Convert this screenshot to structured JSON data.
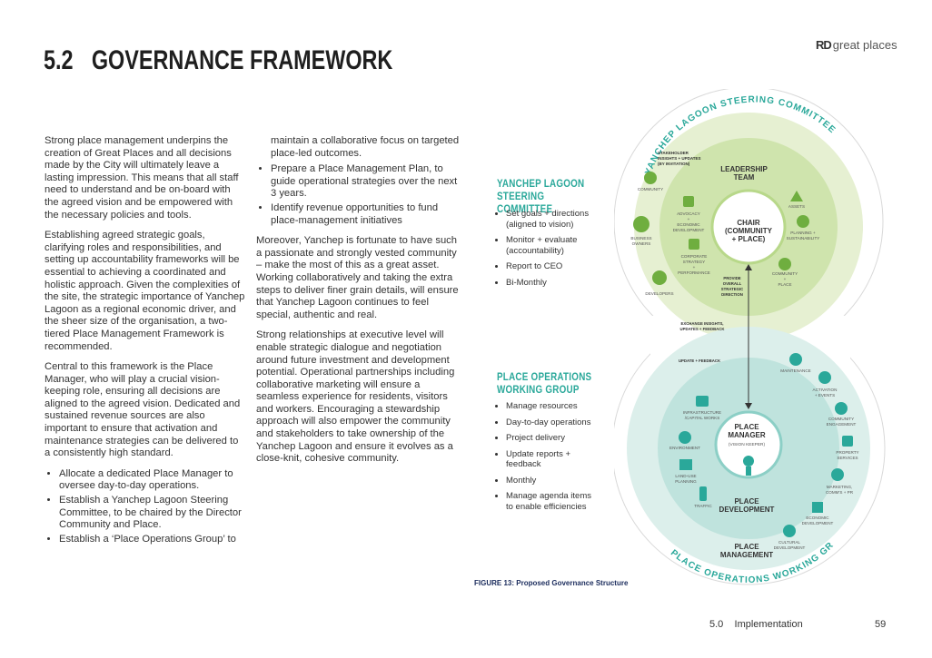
{
  "header": {
    "section_number": "5.2",
    "section_title": "GOVERNANCE FRAMEWORK",
    "logo_mark": "RD",
    "logo_text": "great places"
  },
  "body": {
    "p1": "Strong place management underpins the creation of Great Places and all decisions made by the City will ultimately leave a lasting impression. This means that all staff need to understand and be on-board with the agreed vision and be empowered with the necessary policies and tools.",
    "p2": "Establishing agreed strategic goals, clarifying roles and responsibilities, and setting up accountability frameworks will be essential to achieving a coordinated and holistic approach. Given the complexities of the site, the strategic importance of Yanchep Lagoon as a regional economic driver, and the sheer size of the organisation, a two-tiered Place Management Framework is recommended.",
    "p3": "Central to this framework is the Place Manager, who will play a crucial vision-keeping role, ensuring all decisions are aligned to the agreed vision. Dedicated and sustained revenue sources are also important to ensure that activation and maintenance strategies can be delivered to a consistently high standard.",
    "bullets1": [
      "Allocate a dedicated Place Manager to oversee day-to-day operations.",
      "Establish a Yanchep Lagoon Steering Committee, to be chaired by the Director Community and Place.",
      "Establish a ‘Place Operations Group’ to"
    ],
    "p4": "maintain a collaborative focus on targeted place-led outcomes.",
    "bullets2": [
      "Prepare a Place Management Plan, to guide operational strategies over the next 3 years.",
      "Identify revenue opportunities to fund place-management initiatives"
    ],
    "p5": "Moreover, Yanchep is fortunate to have such a passionate and strongly vested community – make the most of this as a great asset. Working collaboratively and taking the extra steps to deliver finer grain details, will ensure that Yanchep Lagoon continues to feel special, authentic and real.",
    "p6": "Strong relationships at executive level will enable strategic dialogue and negotiation around future investment and development potential.  Operational partnerships including collaborative marketing will ensure a seamless experience for residents, visitors and workers. Encouraging a stewardship approach will also empower the community and stakeholders to take ownership of the Yanchep Lagoon and ensure it evolves as a close-knit, cohesive community."
  },
  "steering": {
    "heading_line1": "YANCHEP LAGOON",
    "heading_line2": "STEERING COMMITTEE",
    "items": [
      "Set goals + directions (aligned to vision)",
      "Monitor + evaluate (accountability)",
      "Report to CEO",
      "Bi-Monthly"
    ]
  },
  "operations": {
    "heading_line1": "PLACE OPERATIONS",
    "heading_line2": "WORKING GROUP",
    "items": [
      "Manage resources",
      "Day-to-day operations",
      "Project delivery",
      "Update reports + feedback",
      "Monthly",
      "Manage agenda items to enable efficiencies"
    ]
  },
  "diagram": {
    "top_arc_label": "YANCHEP LAGOON STEERING COMMITTEE",
    "bottom_arc_label": "PLACE OPERATIONS WORKING GROUP",
    "stakeholder_line1": "STAKEHOLDER",
    "stakeholder_line2": "INSIGHTS + UPDATES",
    "stakeholder_line3": "(BY INVITATION)",
    "leadership_line1": "LEADERSHIP",
    "leadership_line2": "TEAM",
    "chair_line1": "CHAIR",
    "chair_line2": "(COMMUNITY",
    "chair_line3": "+ PLACE)",
    "community": "COMMUNITY",
    "business_line1": "BUSINESS",
    "business_line2": "OWNERS",
    "developers": "DEVELOPERS",
    "advocacy_line1": "ADVOCACY",
    "advocacy_line2": "+",
    "advocacy_line3": "ECONOMIC",
    "advocacy_line4": "DEVELOPMENT",
    "corporate_line1": "CORPORATE",
    "corporate_line2": "STRATEGY",
    "corporate_line3": "+",
    "corporate_line4": "PERFORMANCE",
    "assets": "ASSETS",
    "planning_line1": "PLANNING +",
    "planning_line2": "SUSTAINABILITY",
    "comm_place_line1": "COMMUNITY",
    "comm_place_line2": "+",
    "comm_place_line3": "PLACE",
    "provide_line1": "PROVIDE",
    "provide_line2": "OVERALL",
    "provide_line3": "STRATEGIC",
    "provide_line4": "DIRECTION",
    "exchange_line1": "EXCHANGE INSIGHTS,",
    "exchange_line2": "UPDATES + FEEDBACK",
    "update_feedback": "UPDATE + FEEDBACK",
    "maintenance": "MAINTENANCE",
    "activation_line1": "ACTIVATION",
    "activation_line2": "+ EVENTS",
    "comm_eng_line1": "COMMUNITY",
    "comm_eng_line2": "ENGAGEMENT",
    "property_line1": "PROPERTY",
    "property_line2": "SERVICES",
    "marketing_line1": "MARKETING,",
    "marketing_line2": "COMM'S + PR",
    "econ_line1": "ECONOMIC",
    "econ_line2": "DEVELOPMENT",
    "cultural_line1": "CULTURAL",
    "cultural_line2": "DEVELOPMENT",
    "infra_line1": "INFRASTRUCTURE",
    "infra_line2": "/CAPITAL WORKS",
    "environment": "ENVIRONMENT",
    "landuse_line1": "LAND-USE",
    "landuse_line2": "PLANNING",
    "traffic": "TRAFFIC",
    "pm_line1": "PLACE",
    "pm_line2": "MANAGER",
    "pm_line3": "(VISION KEEPER)",
    "pd_line1": "PLACE",
    "pd_line2": "DEVELOPMENT",
    "pmg_line1": "PLACE",
    "pmg_line2": "MANAGEMENT"
  },
  "figure": {
    "label": "FIGURE 13:",
    "caption": "Proposed Governance Structure"
  },
  "footer": {
    "section": "5.0",
    "section_name": "Implementation",
    "page": "59"
  },
  "colors": {
    "teal": "#2aa89a",
    "light_green": "#dfecc4",
    "mid_green": "#c6e0a2",
    "light_teal": "#d3ece8",
    "mid_teal": "#b0dcd6"
  }
}
